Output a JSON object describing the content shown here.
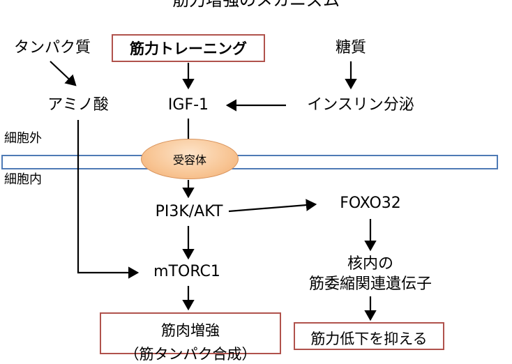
{
  "title": "筋力増強のメカニズム",
  "nodes": {
    "protein": "タンパク質",
    "training": "筋力トレーニング",
    "sugar": "糖質",
    "amino_acid": "アミノ酸",
    "igf1": "IGF-1",
    "insulin": "インスリン分泌",
    "extracellular": "細胞外",
    "receptor": "受容体",
    "intracellular": "細胞内",
    "pi3k": "PI3K/AKT",
    "foxo": "FOXO32",
    "nucleus_line1": "核内の",
    "nucleus_line2": "筋委縮関連遺伝子",
    "mtorc1": "mTORC1",
    "muscle_line1": "筋肉増強",
    "muscle_line2": "（筋タンパク合成）",
    "decline": "筋力低下を抑える"
  },
  "colors": {
    "box_border": "#b0524c",
    "membrane": "#4e7ab5",
    "receptor_fill": "#f8c594"
  }
}
